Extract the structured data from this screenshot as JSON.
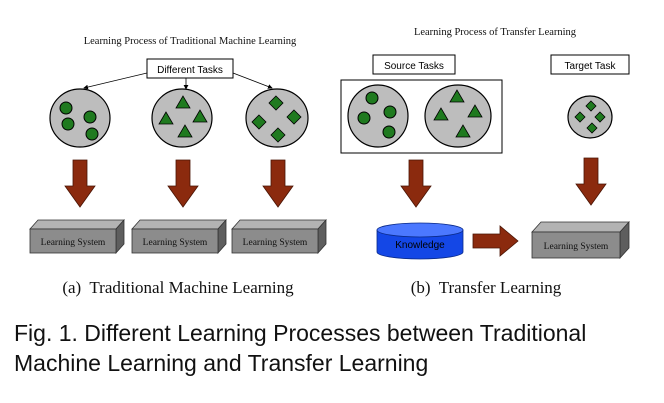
{
  "left_panel": {
    "title": "Learning Process of Traditional Machine Learning",
    "tasks_label": "Different Tasks",
    "system_labels": [
      "Learning System",
      "Learning System",
      "Learning System"
    ],
    "subcaption": "(a)  Traditional Machine Learning"
  },
  "right_panel": {
    "title": "Learning Process of Transfer Learning",
    "source_label": "Source Tasks",
    "target_label": "Target Task",
    "knowledge_label": "Knowledge",
    "system_label": "Learning System",
    "subcaption": "(b)  Transfer Learning"
  },
  "caption": {
    "line1": "Fig. 1.  Different Learning Processes between Traditional",
    "line2": "Machine Learning and Transfer Learning"
  },
  "colors": {
    "task_fill": "#bdbdbd",
    "shape_green": "#1f7a1f",
    "arrow_brown": "#8b2a0e",
    "box_front": "#8c8c8c",
    "box_top": "#b3b3b3",
    "box_side": "#5e5e5e",
    "knowledge_blue": "#1447e6"
  }
}
